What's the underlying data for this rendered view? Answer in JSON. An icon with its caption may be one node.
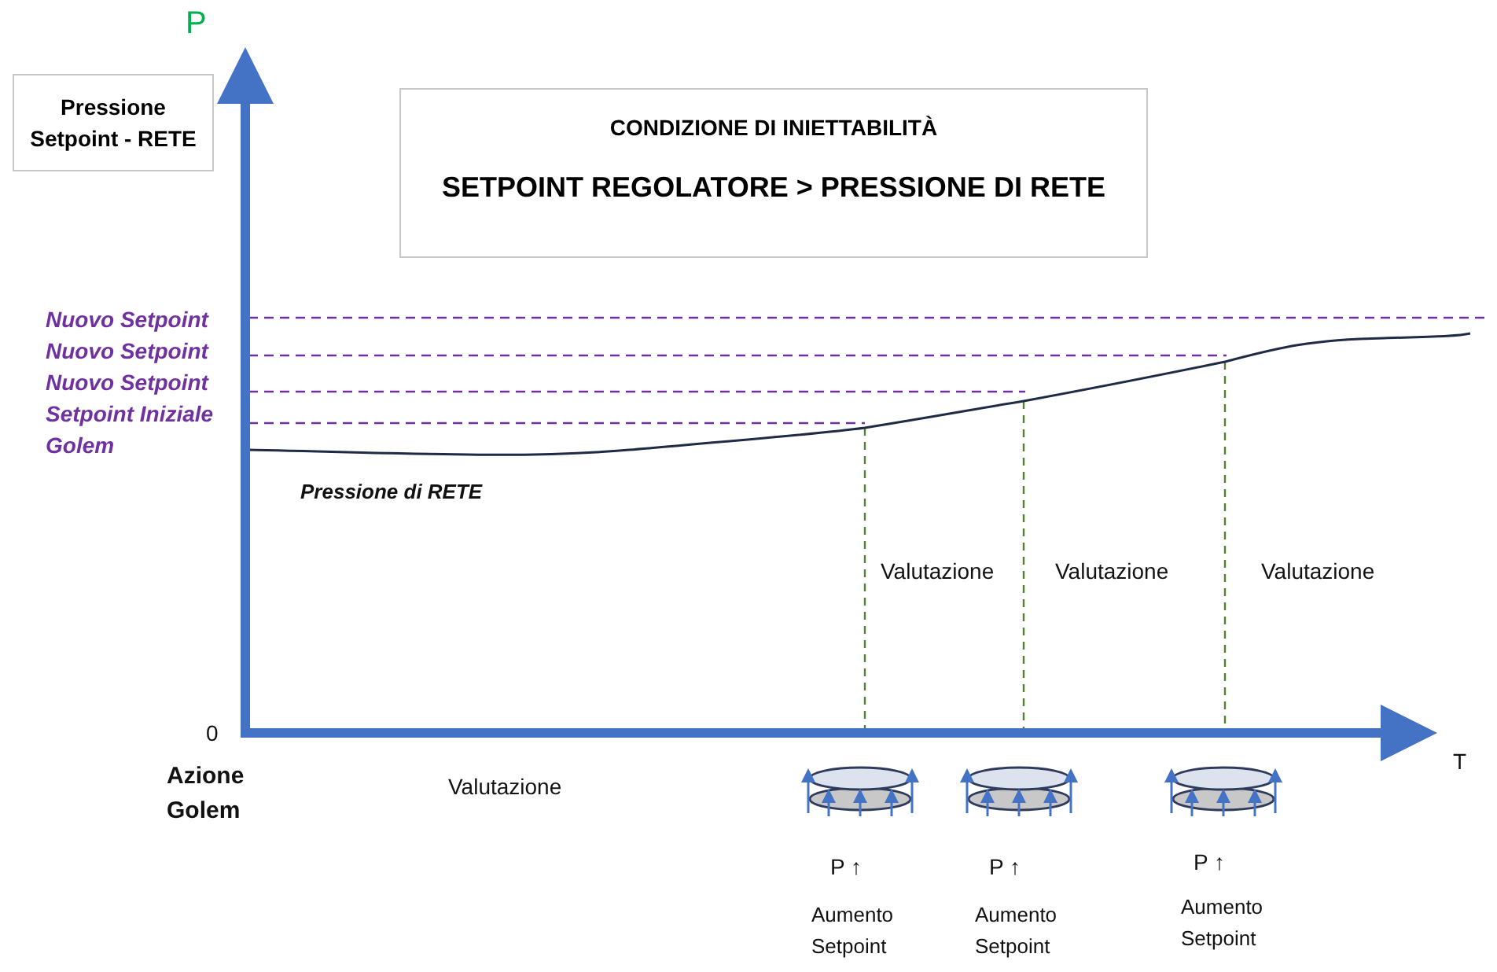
{
  "diagram": {
    "nodes": [
      {
        "text": [
          "Pressione Setpoint - RETE"
        ]
      },
      {
        "text": [
          "CONDIZIONE DI INIETTABILITÀ",
          "SETPOINT REGOLATORE > PRESSIONE DI RETE"
        ]
      }
    ],
    "labels": [
      "P",
      "Nuovo Setpoint",
      "Nuovo Setpoint",
      "Nuovo Setpoint",
      "Setpoint Iniziale Golem",
      "Pressione di RETE",
      "Valutazione",
      "Valutazione",
      "Valutazione",
      "0",
      "T",
      "Azione Golem",
      "Valutazione",
      "P ↑",
      "P ↑",
      "P ↑",
      "Aumento Setpoint",
      "Aumento Setpoint",
      "Aumento Setpoint"
    ]
  }
}
